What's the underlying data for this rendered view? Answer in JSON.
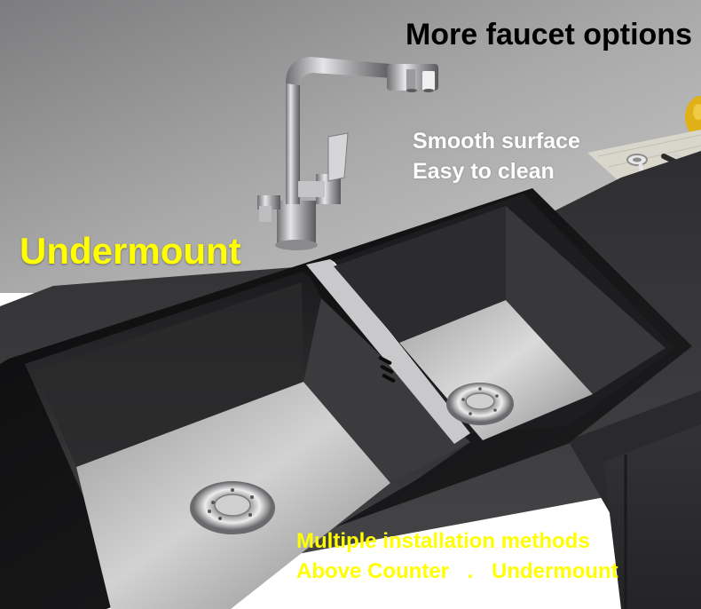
{
  "captions": {
    "top": "More faucet options",
    "smooth_1": "Smooth surface",
    "smooth_2": "Easy to clean",
    "mount": "Undermount",
    "methods_1": "Multiple installation methods",
    "methods_2a": "Above Counter",
    "methods_2sep": ".",
    "methods_2b": "Undermount"
  },
  "colors": {
    "caption_yellow": "#ffff00",
    "caption_white": "#ffffff",
    "caption_black": "#000000",
    "countertop": "#3a3a3c",
    "backsplash": "#8e8e8e"
  }
}
